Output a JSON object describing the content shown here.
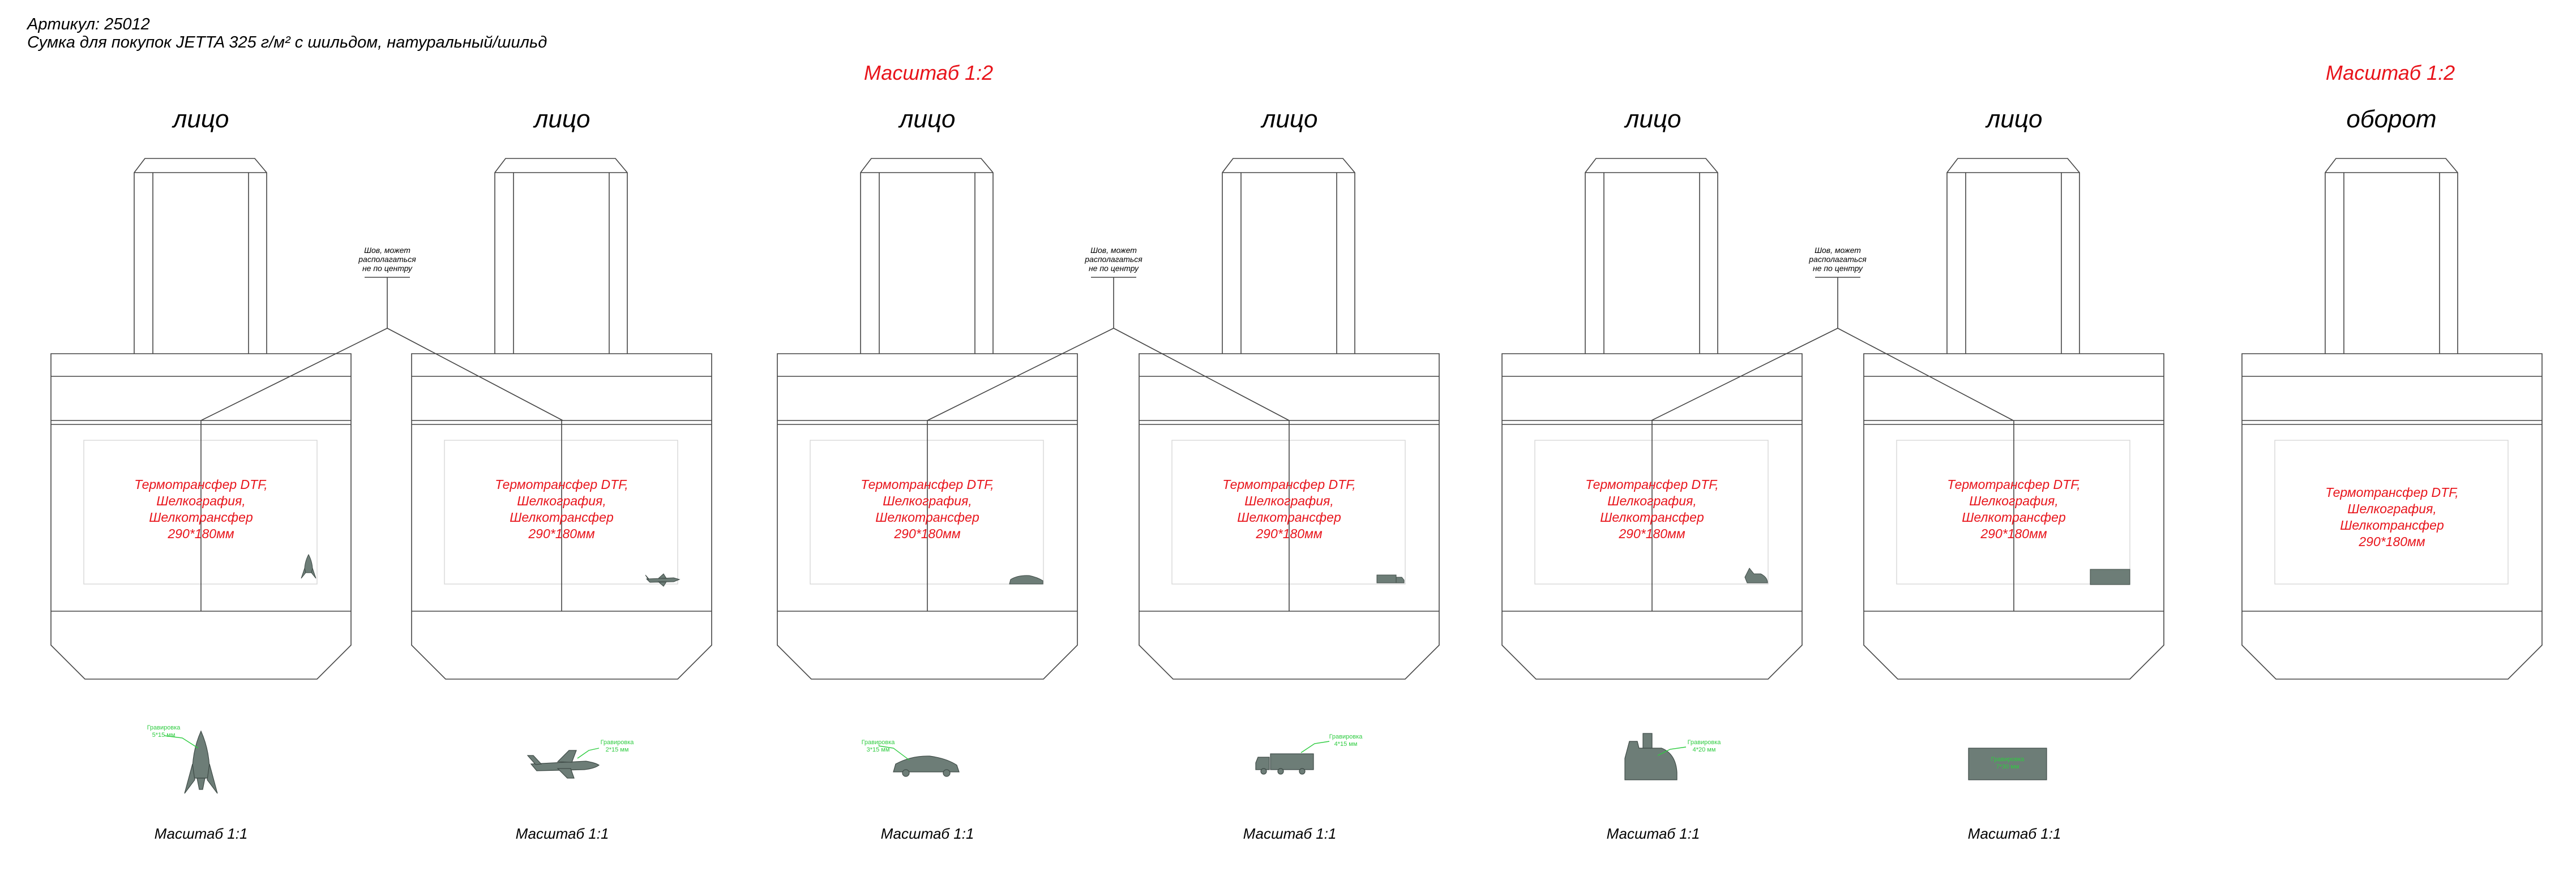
{
  "header": {
    "article": "Артикул: 25012",
    "product": "Сумка для покупок JETTA 325 г/м² с шильдом, натуральный/шильд"
  },
  "scale_labels": [
    "Масштаб 1:2",
    "Масштаб 1:2"
  ],
  "views": [
    {
      "side": "лицо",
      "print": [
        "Термотрансфер DTF,",
        "Шелкография,",
        "Шелкотрансфер",
        "290*180мм"
      ],
      "badge_icon": "rocket-icon",
      "badge_engraving": [
        "Гравировка",
        "5*15 мм"
      ],
      "badge_scale": "Масштаб 1:1"
    },
    {
      "side": "лицо",
      "print": [
        "Термотрансфер DTF,",
        "Шелкография,",
        "Шелкотрансфер",
        "290*180мм"
      ],
      "badge_icon": "airplane-icon",
      "badge_engraving": [
        "Гравировка",
        "2*15 мм"
      ],
      "badge_scale": "Масштаб 1:1"
    },
    {
      "side": "лицо",
      "print": [
        "Термотрансфер DTF,",
        "Шелкография,",
        "Шелкотрансфер",
        "290*180мм"
      ],
      "badge_icon": "car-icon",
      "badge_engraving": [
        "Гравировка",
        "3*15 мм"
      ],
      "badge_scale": "Масштаб 1:1"
    },
    {
      "side": "лицо",
      "print": [
        "Термотрансфер DTF,",
        "Шелкография,",
        "Шелкотрансфер",
        "290*180мм"
      ],
      "badge_icon": "truck-icon",
      "badge_engraving": [
        "Гравировка",
        "4*15 мм"
      ],
      "badge_scale": "Масштаб 1:1"
    },
    {
      "side": "лицо",
      "print": [
        "Термотрансфер DTF,",
        "Шелкография,",
        "Шелкотрансфер",
        "290*180мм"
      ],
      "badge_icon": "train-icon",
      "badge_engraving": [
        "Гравировка",
        "4*20 мм"
      ],
      "badge_scale": "Масштаб 1:1"
    },
    {
      "side": "лицо",
      "print": [
        "Термотрансфер DTF,",
        "Шелкография,",
        "Шелкотрансфер",
        "290*180мм"
      ],
      "badge_icon": "plate-icon",
      "badge_engraving": [
        "Гравировка",
        "7*30 мм"
      ],
      "badge_scale": "Масштаб 1:1"
    },
    {
      "side": "оборот",
      "print": [
        "Термотрансфер DTF,",
        "Шелкография,",
        "Шелкотрансфер",
        "290*180мм"
      ]
    }
  ],
  "seam_notes": [
    [
      "Шов, может",
      "располагаться",
      "не по центру"
    ],
    [
      "Шов, может",
      "располагаться",
      "не по центру"
    ],
    [
      "Шов, может",
      "располагаться",
      "не по центру"
    ]
  ],
  "colors": {
    "accent": "#e8141b",
    "badge": "#6d7d77",
    "engraving": "#2ecc40",
    "line": "#444444"
  }
}
